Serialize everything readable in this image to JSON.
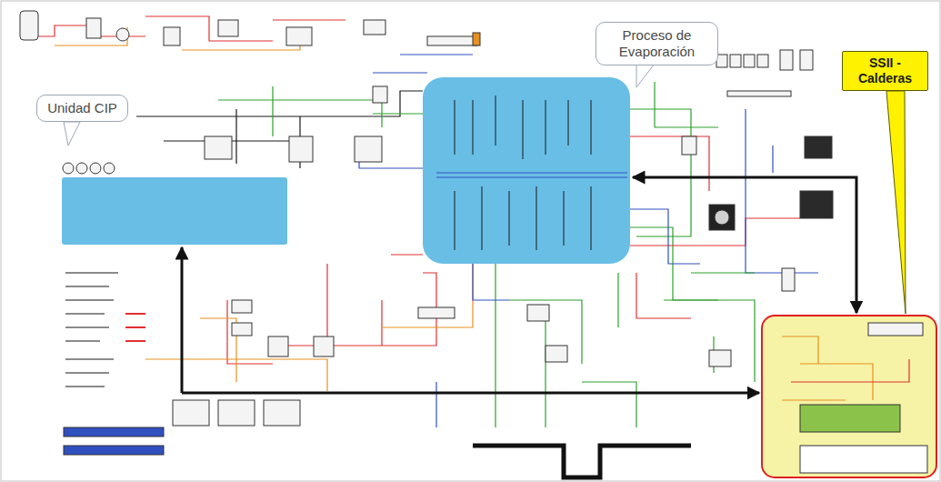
{
  "diagram": {
    "nodes": [
      {
        "text": [
          "Unidad CIP"
        ]
      },
      {
        "text": [
          "Proceso de Evaporación"
        ]
      },
      {
        "text": [
          "SSII - Calderas"
        ]
      }
    ]
  }
}
